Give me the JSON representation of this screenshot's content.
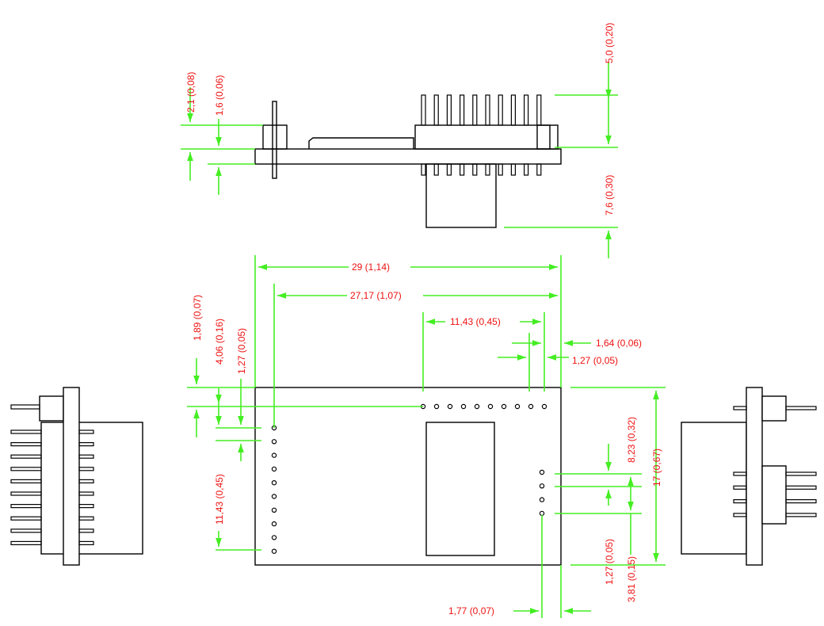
{
  "dimensions": {
    "d1": "2,1 (0,08)",
    "d2": "1,6 (0,06)",
    "d3": "5,0 (0,20)",
    "d4": "7,6 (0,30)",
    "d5": "29 (1,14)",
    "d6": "27,17 (1,07)",
    "d7": "11,43 (0,45)",
    "d8": "1,64 (0,06)",
    "d9": "1,27 (0,05)",
    "d10": "1,89 (0,07)",
    "d11": "4,06 (0,16)",
    "d12": "1,27 (0,05)",
    "d13": "11,43 (0,45)",
    "d14": "8,23 (0,32)",
    "d15": "17 (0,67)",
    "d16": "1,27 (0,05)",
    "d17": "3,81 (0,15)",
    "d18": "1,77 (0,07)"
  },
  "colors": {
    "outline": "#000000",
    "dimension_line": "#44ee22",
    "dimension_text": "#ee1111"
  }
}
